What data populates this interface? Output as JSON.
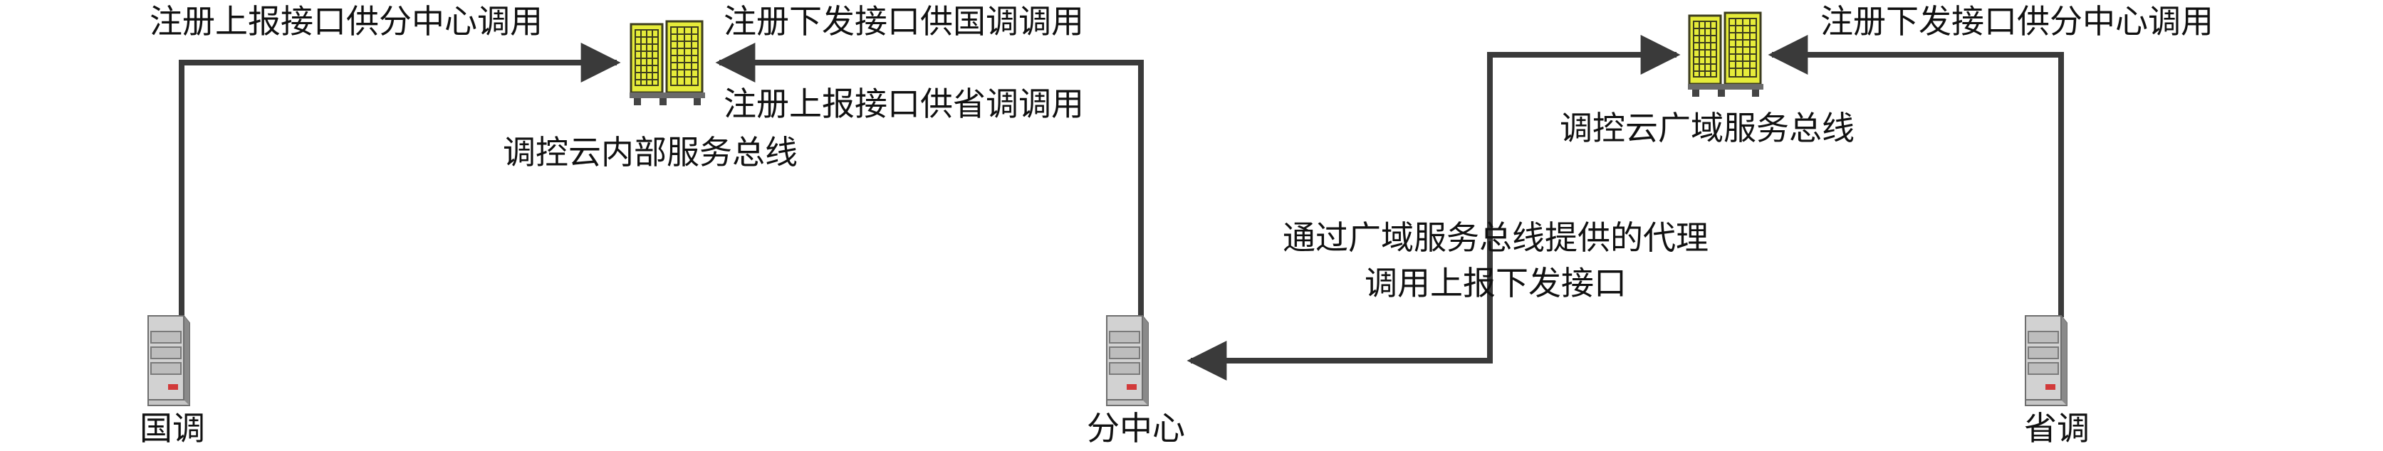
{
  "nodes": {
    "guodiao": "国调",
    "fenzhongxin": "分中心",
    "shengdiao": "省调",
    "internal_bus": "调控云内部服务总线",
    "wide_bus": "调控云广域服务总线"
  },
  "edges": {
    "reg_report_to_subcenter": "注册上报接口供分中心调用",
    "reg_issue_to_guodiao": "注册下发接口供国调调用",
    "reg_report_to_province": "注册上报接口供省调调用",
    "reg_issue_to_subcenter": "注册下发接口供分中心调用",
    "proxy_line1": "通过广域服务总线提供的代理",
    "proxy_line2": "调用上报下发接口"
  },
  "colors": {
    "line": "#3a3a3a",
    "bus_body": "#e6ec3a",
    "bus_grid": "#3c3c1e",
    "server_body": "#b8b8b8",
    "server_led": "#d23a3a"
  },
  "icons": {
    "bus": "server-rack-icon",
    "client": "server-tower-icon"
  }
}
